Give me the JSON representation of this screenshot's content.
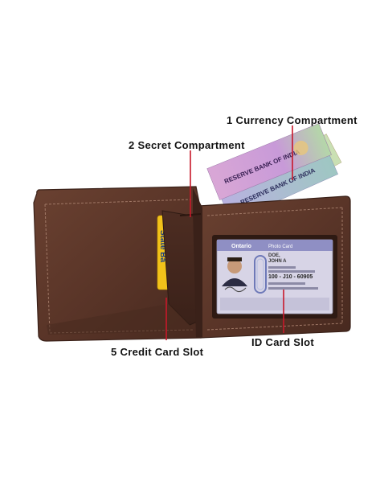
{
  "callouts": [
    {
      "number": "1",
      "text": "Currency Compartment"
    },
    {
      "number": "2",
      "text": "Secret Compartment"
    },
    {
      "number": "",
      "text": "ID Card Slot"
    },
    {
      "number": "5",
      "text": "Credit Card Slot"
    }
  ],
  "banknote_text": [
    "RESERVE BANK OF INDIA",
    "RESERVE BANK OF INDIA"
  ],
  "id_card": {
    "issuer": "Ontario",
    "heading": "Photo Card",
    "name_lines": [
      "DOE,",
      "JOHN A"
    ],
    "number": "100 - ",
    "number_suffix": "J10 - 60905"
  },
  "credit_card_text": "State Ba",
  "colors": {
    "leather": "#5a3528",
    "leather_dark": "#3f241b",
    "stitch": "#a07866",
    "callout_line": "#c8182a",
    "id_card": "#d7d4e6",
    "credit_card": "#f2c21a"
  }
}
